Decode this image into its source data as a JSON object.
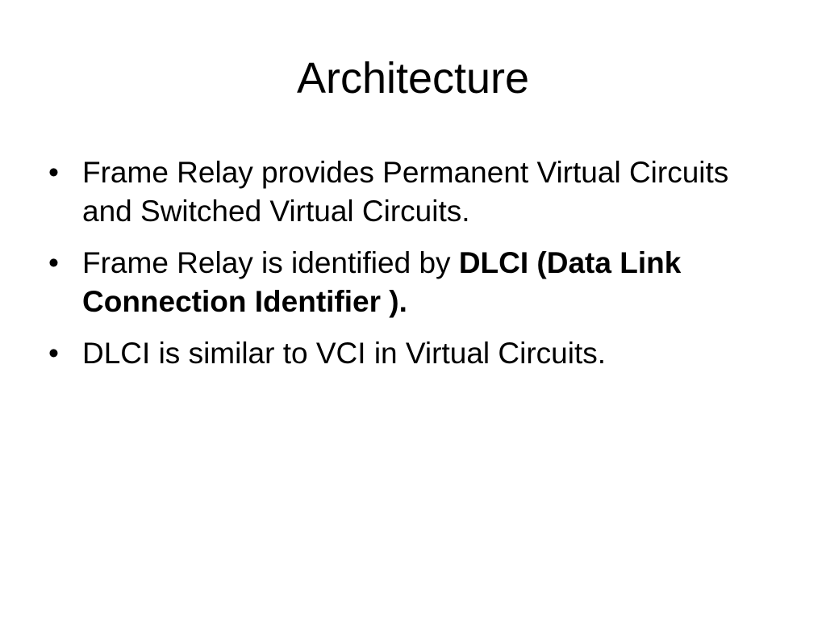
{
  "slide": {
    "title": "Architecture",
    "bullet_symbol": "•",
    "bullets": [
      {
        "text": "Frame Relay provides Permanent Virtual Circuits and Switched Virtual Circuits."
      },
      {
        "text_plain": "Frame Relay is identified by ",
        "text_bold": "DLCI (Data Link Connection Identifier )."
      },
      {
        "text": "DLCI is similar to VCI in Virtual Circuits."
      }
    ]
  }
}
